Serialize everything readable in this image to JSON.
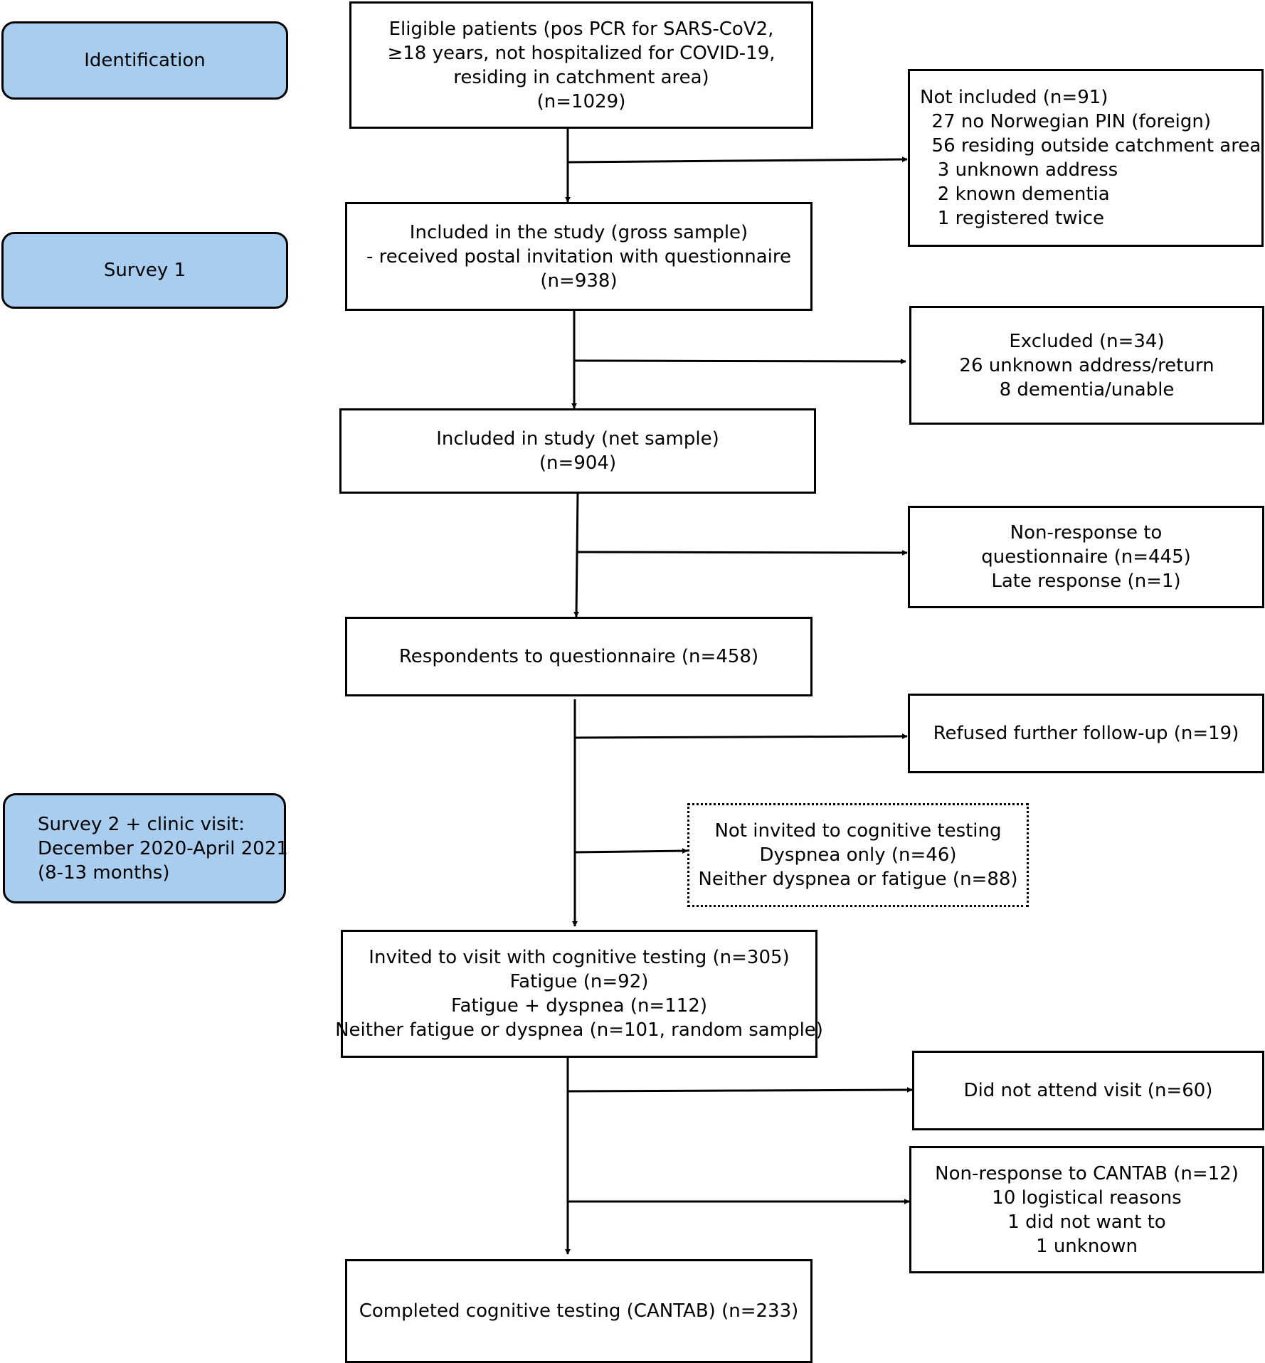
{
  "stages": {
    "identification": [
      "Identification"
    ],
    "survey1": [
      "Survey 1"
    ],
    "survey2": [
      "Survey 2 + clinic visit:",
      "December 2020-April 2021",
      "(8-13 months)"
    ]
  },
  "boxes": {
    "eligible": [
      "Eligible patients (pos PCR for SARS-CoV2,",
      "≥18 years, not hospitalized for COVID-19,",
      "residing in catchment area)",
      "(n=1029)"
    ],
    "not_included": [
      "Not included (n=91)",
      "  27 no Norwegian PIN (foreign)",
      "  56 residing outside catchment area",
      "   3 unknown address",
      "   2 known dementia",
      "   1 registered twice"
    ],
    "gross_sample": [
      "Included in the study (gross sample)",
      "- received postal invitation with questionnaire",
      "(n=938)"
    ],
    "excluded": [
      "Excluded (n=34)",
      "26 unknown address/return",
      "8 dementia/unable"
    ],
    "net_sample": [
      "Included in study (net sample)",
      "(n=904)"
    ],
    "non_response": [
      "Non-response to",
      "questionnaire (n=445)",
      "Late response (n=1)"
    ],
    "respondents": [
      "Respondents to questionnaire (n=458)"
    ],
    "refused": [
      "Refused further follow-up (n=19)"
    ],
    "not_invited": [
      "Not invited to cognitive testing",
      "Dyspnea only (n=46)",
      "Neither dyspnea or fatigue (n=88)"
    ],
    "invited": [
      "Invited to visit with cognitive testing (n=305)",
      "Fatigue (n=92)",
      "Fatigue + dyspnea (n=112)",
      "Neither fatigue or dyspnea (n=101, random sample)"
    ],
    "not_attend": [
      "Did not attend visit (n=60)"
    ],
    "cantab_nonresponse": [
      "Non-response to CANTAB (n=12)",
      "10 logistical reasons",
      "1 did not want to",
      "1 unknown"
    ],
    "completed": [
      "Completed cognitive testing (CANTAB) (n=233)"
    ]
  },
  "colors": {
    "stage_fill": "#a9cdee",
    "line": "#000000"
  }
}
